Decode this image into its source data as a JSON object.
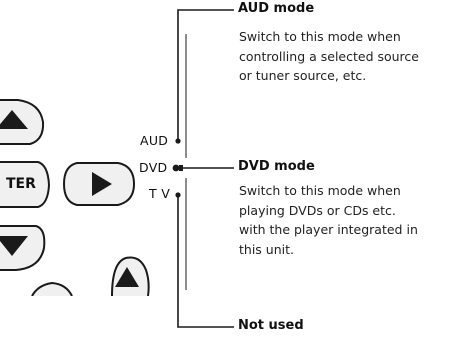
{
  "remote": {
    "enter_label": "TER",
    "switch_labels": {
      "aud": "AUD",
      "dvd": "DVD",
      "tv": "T V"
    }
  },
  "modes": {
    "aud": {
      "title": "AUD mode",
      "lines": [
        "Switch to this mode when",
        "controlling a selected source",
        "or tuner source, etc."
      ]
    },
    "dvd": {
      "title": "DVD mode",
      "lines": [
        "Switch to this mode when",
        "playing DVDs or CDs etc.",
        "with the player integrated in",
        "this unit."
      ]
    },
    "tv": {
      "title": "Not used"
    }
  }
}
